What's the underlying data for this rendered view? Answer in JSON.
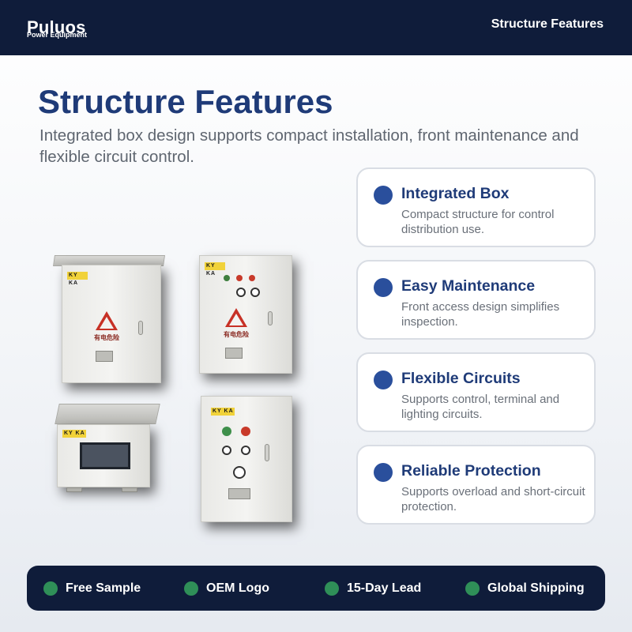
{
  "header": {
    "brand_name": "Puluos",
    "brand_sub": "Power Equipment",
    "nav_title": "Structure Features"
  },
  "main": {
    "title": "Structure Features",
    "subtitle": "Integrated box design supports compact installation, front maintenance and flexible circuit control."
  },
  "products": {
    "brand_label": "KY KA",
    "warning_text": "有电危险"
  },
  "features": [
    {
      "title": "Integrated Box",
      "description": "Compact structure for control distribution use."
    },
    {
      "title": "Easy Maintenance",
      "description": "Front access design simplifies inspection."
    },
    {
      "title": "Flexible Circuits",
      "description": "Supports control, terminal and lighting circuits."
    },
    {
      "title": "Reliable Protection",
      "description": "Supports overload and short-circuit protection."
    }
  ],
  "badges": [
    {
      "label": "Free Sample"
    },
    {
      "label": "OEM Logo"
    },
    {
      "label": "15-Day Lead"
    },
    {
      "label": "Global Shipping"
    }
  ],
  "colors": {
    "header_bg": "#0f1c3a",
    "title": "#1f3b78",
    "feature_dot": "#2a4f9c",
    "badge_dot": "#2f8f58",
    "warning": "#c73126",
    "label_strip": "#f1d23a"
  },
  "icons": {
    "feature_bullet": "circle-bullet-icon",
    "badge_bullet": "check-dot-icon",
    "warning": "high-voltage-warning-icon"
  }
}
